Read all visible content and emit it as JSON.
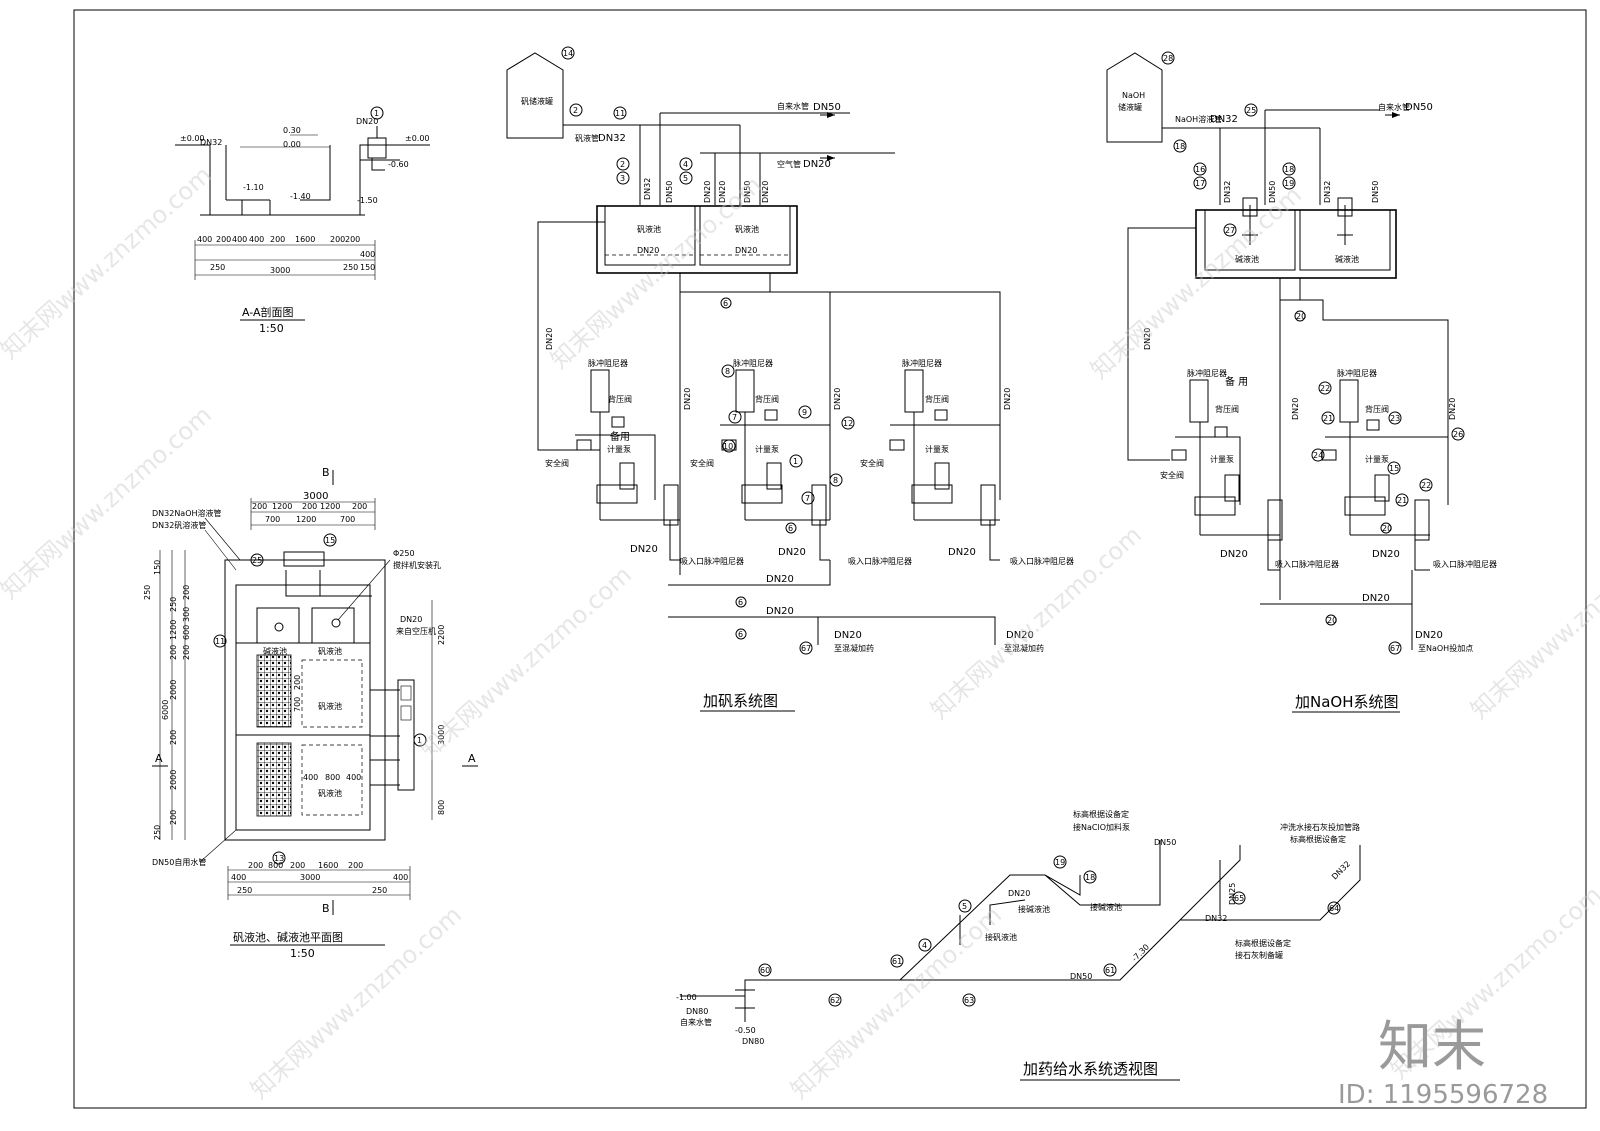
{
  "section_aa": {
    "title": "A-A剖面图",
    "scale": "1:50",
    "pipe_label": "DN20",
    "inlet_label": "DN32",
    "levels": {
      "l1": "±0.00",
      "l2": "0.30",
      "l3": "0.00",
      "l4": "±0.00",
      "l5": "-0.60",
      "l6": "-1.10",
      "l7": "-1.40",
      "l8": "-1.50"
    },
    "dims": [
      "400",
      "200",
      "400",
      "400",
      "200",
      "1600",
      "200",
      "200",
      "400",
      "250",
      "3000",
      "250",
      "150"
    ],
    "callouts": [
      "1"
    ]
  },
  "plan": {
    "title": "矾液池、碱液池平面图",
    "scale": "1:50",
    "section_mark_b": "B",
    "section_mark_a": "A",
    "top_dims": [
      "3000",
      "200",
      "1200",
      "200",
      "1200",
      "200",
      "700",
      "1200",
      "700"
    ],
    "bottom_dims": [
      "200",
      "800",
      "200",
      "1600",
      "200",
      "400",
      "3000",
      "400",
      "250",
      "250"
    ],
    "left_dims": [
      "250",
      "150",
      "250",
      "200",
      "300",
      "600",
      "1200",
      "200",
      "200",
      "2000",
      "6000",
      "200",
      "2000",
      "200",
      "250"
    ],
    "right_dims": [
      "2200",
      "3000",
      "800"
    ],
    "inner_dims": [
      "200",
      "700",
      "400",
      "800",
      "400"
    ],
    "labels": {
      "naoh_pipe": "DN32NaOH溶液管",
      "alum_pipe": "DN32矾溶液管",
      "mixer": "Φ250",
      "mixer_hole": "搅拌机安装孔",
      "air_pipe": "DN20",
      "air_from": "来自空压机",
      "alkali_pool": "碱液池",
      "alum_pool1": "矾液池",
      "alum_pool2": "矾液池",
      "water_pipe": "DN50自用水管"
    },
    "callouts": [
      "25",
      "15",
      "11",
      "13",
      "1"
    ]
  },
  "alum_system": {
    "title": "加矾系统图",
    "tank_label": "矾储液罐",
    "tap_water": "自来水管",
    "tap_dn": "DN50",
    "air_pipe": "空气管",
    "air_dn": "DN20",
    "trans_pipe": "矾液管",
    "trans_dn": "DN32",
    "pool_left": "矾液池",
    "pool_right": "矾液池",
    "pool_dn": "DN20",
    "drop_dn": [
      "DN32",
      "DN50",
      "DN20",
      "DN20",
      "DN50",
      "DN20"
    ],
    "pulse": "脉冲阻尼器",
    "back_valve": "背压阀",
    "meter_pump": "计量泵",
    "safety_valve": "安全阀",
    "standby": "备用",
    "inlet_pulse": "吸入口脉冲阻尼器",
    "dn20": "DN20",
    "dosing": "至混凝加药",
    "vertical_dn": "DN20",
    "callouts": [
      "14",
      "2",
      "11",
      "2",
      "3",
      "4",
      "5",
      "6",
      "8",
      "7",
      "9",
      "10",
      "1",
      "7",
      "8",
      "6",
      "12",
      "6",
      "6",
      "67"
    ]
  },
  "naoh_system": {
    "title": "加NaOH系统图",
    "tank_label_1": "NaOH",
    "tank_label_2": "储液罐",
    "tap_water": "自来水管",
    "tap_dn": "DN50",
    "trans_pipe": "NaOH溶液管",
    "trans_dn": "DN32",
    "pool_left": "碱液池",
    "pool_right": "碱液池",
    "drop_dn": [
      "DN32",
      "DN50",
      "DN32",
      "DN50"
    ],
    "pulse": "脉冲阻尼器",
    "back_valve": "背压阀",
    "meter_pump": "计量泵",
    "safety_valve": "安全阀",
    "standby": "备 用",
    "inlet_pulse": "吸入口脉冲阻尼器",
    "dn20": "DN20",
    "dosing": "至NaOH投加点",
    "vertical_dn": "DN20",
    "callouts": [
      "28",
      "25",
      "18",
      "16",
      "17",
      "18",
      "19",
      "27",
      "20",
      "22",
      "21",
      "23",
      "24",
      "15",
      "21",
      "22",
      "20",
      "26",
      "20",
      "67"
    ]
  },
  "water_supply": {
    "title": "加药给水系统透视图",
    "level1": "-1.00",
    "level2": "-0.50",
    "dn80": "DN80",
    "dn80b": "DN80",
    "tap": "自来水管",
    "dn50": "DN50",
    "dn50b": "DN50",
    "dn32": "DN32",
    "dn32b": "DN32",
    "dn25": "DN25",
    "dn20": "DN20",
    "level3": "-7.30",
    "labels": {
      "a1": "标高根据设备定",
      "a2": "接NaClO加料泵",
      "b1": "接碱液池",
      "b2": "接碱液池",
      "b3": "接矾液池",
      "c1": "冲洗水接石灰投加管路",
      "c2": "标高根据设备定",
      "d1": "标高根据设备定",
      "d2": "接石灰制备罐"
    },
    "callouts": [
      "60",
      "62",
      "63",
      "61",
      "4",
      "5",
      "19",
      "18",
      "61",
      "65",
      "64"
    ]
  },
  "watermark": {
    "text": "知末网www.znzmo.com",
    "brand": "知末",
    "id": "ID: 1195596728"
  }
}
